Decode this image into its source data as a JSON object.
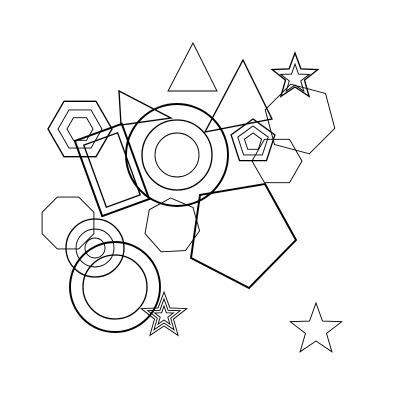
{
  "colors": {
    "background": "#ffffff",
    "stroke": "#000000"
  },
  "shapes": [
    {
      "kind": "triangle",
      "weight": "thin"
    },
    {
      "kind": "triangle",
      "weight": "medium"
    },
    {
      "kind": "triangle",
      "weight": "medium"
    },
    {
      "kind": "star",
      "weight": "medium",
      "nested": 2
    },
    {
      "kind": "star",
      "weight": "thin"
    },
    {
      "kind": "star",
      "weight": "thin",
      "nested": 3
    },
    {
      "kind": "hexagon",
      "weight": "medium",
      "nested": 3
    },
    {
      "kind": "hexagon",
      "weight": "thin"
    },
    {
      "kind": "hexagon",
      "weight": "thin"
    },
    {
      "kind": "pentagon",
      "weight": "thick"
    },
    {
      "kind": "pentagon",
      "weight": "thin",
      "nested": 3
    },
    {
      "kind": "octagon",
      "weight": "thin"
    },
    {
      "kind": "heptagon",
      "weight": "thin"
    },
    {
      "kind": "heptagon",
      "weight": "thin"
    },
    {
      "kind": "circle",
      "weight": "thick",
      "nested": 3
    },
    {
      "kind": "circle",
      "weight": "medium",
      "nested": 3
    },
    {
      "kind": "circle",
      "weight": "thick",
      "nested": 2
    },
    {
      "kind": "rectangle",
      "weight": "thick",
      "nested": 2
    }
  ]
}
